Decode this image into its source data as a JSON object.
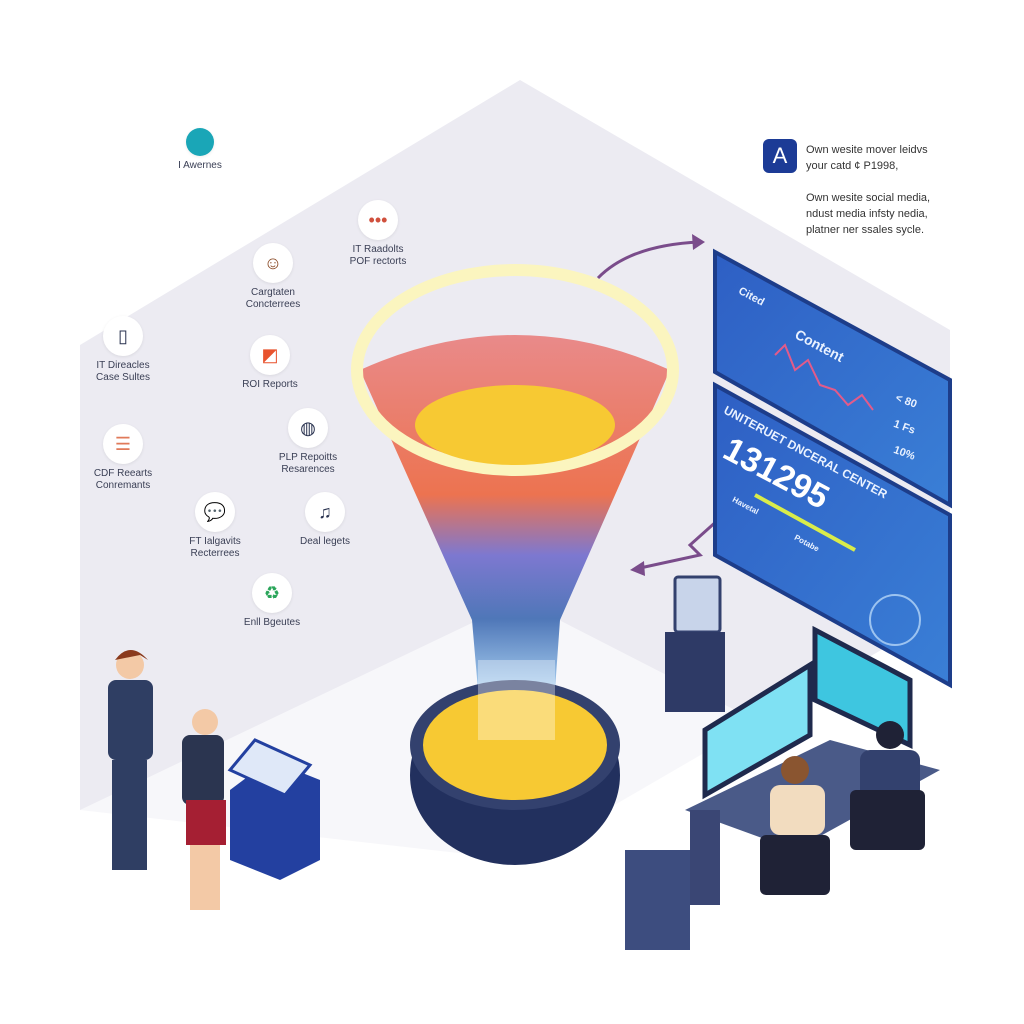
{
  "top_node": {
    "label": "I Awernes",
    "icon": "pie-chart-icon",
    "color": "#1aa6b7"
  },
  "content_nodes": [
    {
      "label": "IT Raadolts\nPOF rectorts",
      "icon": "ellipsis-icon"
    },
    {
      "label": "Cargtaten\nConcterrees",
      "icon": "face-icon"
    },
    {
      "label": "IT Direacles\nCase Sultes",
      "icon": "tablet-icon"
    },
    {
      "label": "ROI Reports",
      "icon": "image-icon"
    },
    {
      "label": "PLP Repoitts\nResarences",
      "icon": "globe-icon"
    },
    {
      "label": "CDF Reearts\nConremants",
      "icon": "document-icon"
    },
    {
      "label": "FT Ialgavits\nRecterrees",
      "icon": "speech-bubble-icon"
    },
    {
      "label": "Deal legets",
      "icon": "music-note-icon"
    },
    {
      "label": "Enll Bgeutes",
      "icon": "recycle-icon"
    }
  ],
  "notes": {
    "badge": "A",
    "line1": "Own wesite mover leidvs\nyour catd ¢ P1998,",
    "line2": "Own wesite social media,\nndust media infsty nedia,\nplatner ner ssales sycle."
  },
  "dashboard_top": {
    "header": "Cited",
    "title": "Content",
    "stats": [
      "< 80",
      "1 Fs",
      "10%"
    ]
  },
  "dashboard_bottom": {
    "title": "UNITERUET DNCERAL CENTER",
    "value": "131295",
    "left_label": "Havetal",
    "right_label": "Potabe"
  },
  "colors": {
    "wall": "#ecebf2",
    "funnel_rim": "#fbf5bf",
    "funnel_bands": [
      "#e98a7f",
      "#e9704e",
      "#7c79cf",
      "#5a7bc0",
      "#9bc2e8"
    ],
    "funnel_core": "#f7c933",
    "panel": "#2f63c8",
    "arrow": "#7a4c8b"
  }
}
